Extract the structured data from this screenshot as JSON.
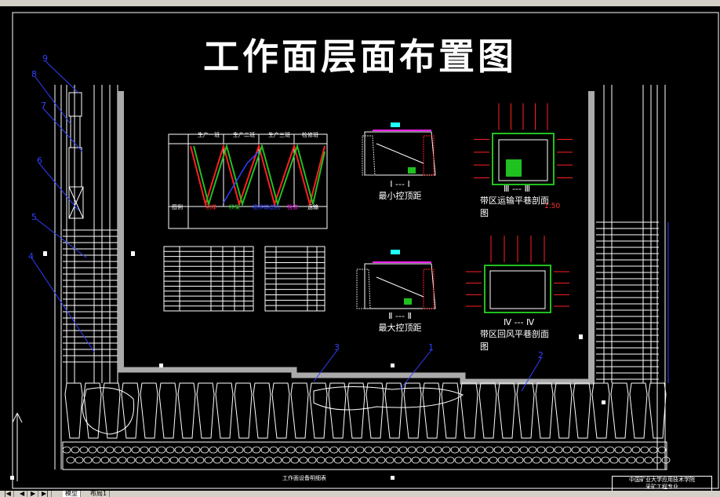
{
  "title": "工作面层面布置图",
  "section1": {
    "line1": "Ⅰ --- Ⅰ",
    "line2": "最小控顶距"
  },
  "section2": {
    "line1": "Ⅱ --- Ⅱ",
    "line2": "最大控顶距"
  },
  "section3": {
    "line1": "Ⅲ --- Ⅲ",
    "line2": "带区运输平巷剖面",
    "line3": "图",
    "scale": "1:50"
  },
  "section4": {
    "line1": "Ⅳ --- Ⅳ",
    "line2": "带区回风平巷剖面",
    "line3": "图"
  },
  "chart_table": {
    "headers": [
      "生产一班",
      "生产二班",
      "生产三班",
      "检修班"
    ],
    "legend_label": "图例",
    "legend_items": [
      "割煤",
      "移架",
      "推移输送机",
      "检修",
      "运输"
    ]
  },
  "markers": [
    "1",
    "2",
    "3",
    "4",
    "5",
    "6",
    "7",
    "8",
    "9"
  ],
  "bottom_caption": "工作面设备明细表",
  "title_block": {
    "line1": "中国矿业大学应用技术学院",
    "line2": "采矿工程专业"
  },
  "tabs": {
    "model": "模型",
    "layout": "布局1"
  },
  "colors": {
    "background": "#000000",
    "line": "#ffffff",
    "red": "#ff2020",
    "green": "#20c020",
    "blue": "#3040ff",
    "magenta": "#ff20ff"
  }
}
